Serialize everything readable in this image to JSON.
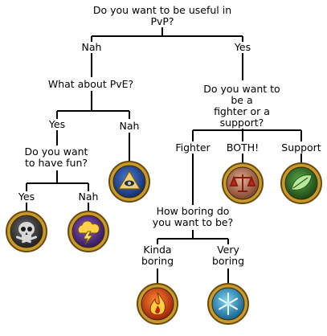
{
  "questions": {
    "q1": "Do you want to be useful in PvP?",
    "q2": "What about PvE?",
    "q3": "Do you want to be a\nfighter or a support?",
    "q4": "Do you want\nto have fun?",
    "q5": "How boring do\nyou want to be?"
  },
  "answers": {
    "nah1": "Nah",
    "yes1": "Yes",
    "yes2": "Yes",
    "nah2": "Nah",
    "fighter": "Fighter",
    "both": "BOTH!",
    "support": "Support",
    "yes3": "Yes",
    "nah3": "Nah",
    "kinda": "Kinda\nboring",
    "very": "Very\nboring"
  },
  "icons": {
    "death": "skull-icon",
    "storm": "storm-cloud-icon",
    "myth": "eye-pyramid-icon",
    "balance": "scales-icon",
    "life": "leaf-icon",
    "fire": "flame-icon",
    "ice": "snowflake-icon"
  },
  "colors": {
    "line": "#000000",
    "ring": "#c79a2a",
    "ring_dark": "#7a5410",
    "death_bg": "#2e2e2e",
    "storm_bg": "#4b2a7a",
    "myth_bg": "#1f3f8f",
    "balance_bg": "#a86a4a",
    "life_bg": "#2f6e2a",
    "fire_bg": "#d84a10",
    "ice_bg": "#2f8fbf"
  }
}
